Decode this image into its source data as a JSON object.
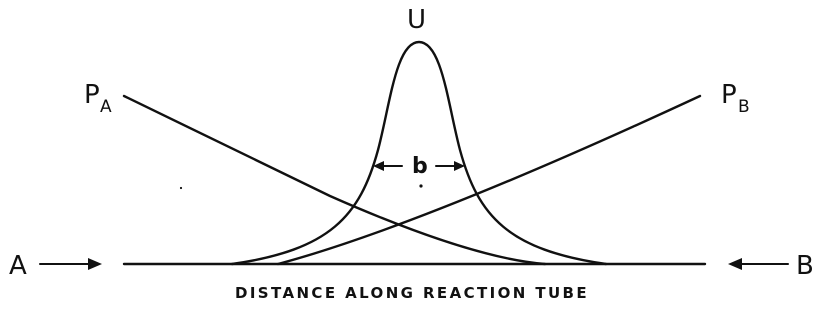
{
  "figure": {
    "peak_label": "U",
    "line_a_label": "P",
    "line_a_subscript": "A",
    "line_b_label": "P",
    "line_b_subscript": "B",
    "width_label": "b",
    "end_left_label": "A",
    "end_right_label": "B",
    "axis_caption": "DISTANCE ALONG REACTION TUBE",
    "ink_color": "#111111",
    "background_color": "#ffffff",
    "width_marker_icons": [
      "arrow-left-icon",
      "arrow-right-icon"
    ],
    "inflow_icons": [
      "arrow-right-icon",
      "arrow-left-icon"
    ]
  }
}
